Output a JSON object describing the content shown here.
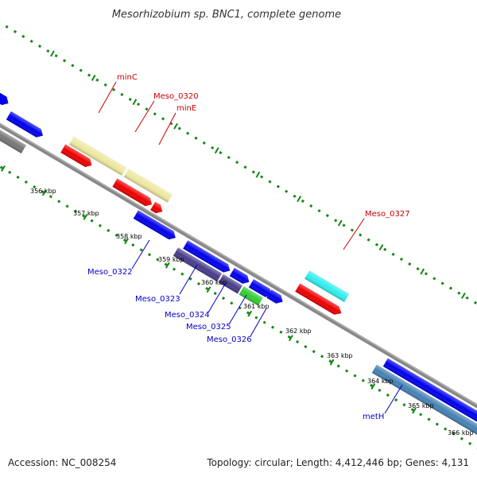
{
  "title": "Mesorhizobium sp. BNC1, complete genome",
  "footer": {
    "accession": "Accession: NC_008254",
    "summary": "Topology: circular; Length: 4,412,446 bp; Genes: 4,131"
  },
  "scale_ticks": [
    "356 kbp",
    "357 kbp",
    "358 kbp",
    "359 kbp",
    "360 kbp",
    "361 kbp",
    "362 kbp",
    "363 kbp",
    "364 kbp",
    "365 kbp",
    "366 kbp"
  ],
  "gene_labels": {
    "minC": "minC",
    "meso_0320": "Meso_0320",
    "minE": "minE",
    "meso_0327": "Meso_0327",
    "meso_0322": "Meso_0322",
    "meso_0323": "Meso_0323",
    "meso_0324": "Meso_0324",
    "meso_0325": "Meso_0325",
    "meso_0326": "Meso_0326",
    "metH": "metH"
  },
  "colors": {
    "red_label": "#cc0000",
    "blue_label": "#0000cc",
    "backbone": "#888888",
    "tick_green": "#118811",
    "blue": "#0000ee",
    "red": "#ee0000",
    "khaki": "#eee8a0",
    "cyan": "#33eeee",
    "dark_slate": "#483d8b",
    "green": "#33cc33",
    "steel_blue": "#4682b4",
    "gray": "#777777"
  }
}
